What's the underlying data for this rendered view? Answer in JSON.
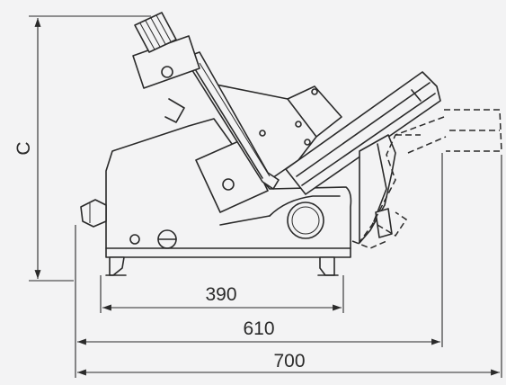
{
  "dimensions": {
    "height_label": "C",
    "base_width": "390",
    "mid_width": "610",
    "overall_width": "700"
  },
  "colors": {
    "line": "#2a2a2a",
    "background": "#f3f3f4"
  }
}
